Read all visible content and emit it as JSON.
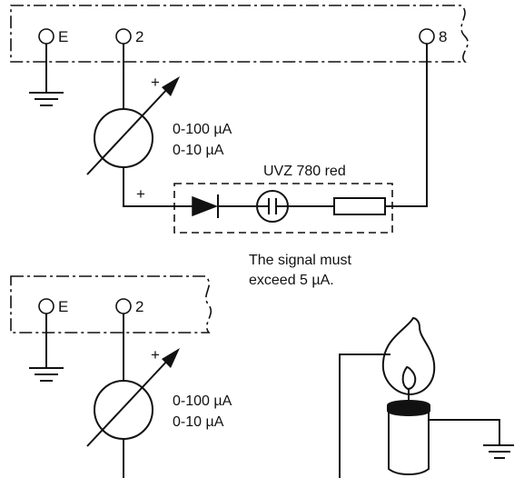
{
  "colors": {
    "line": "#111111",
    "background": "#ffffff"
  },
  "top_circuit": {
    "terminal_e": "E",
    "terminal_2": "2",
    "terminal_8": "8",
    "meter_polarity": "+",
    "meter_range_1": "0-100 µA",
    "meter_range_2": "0-10 µA",
    "branch_polarity": "+",
    "uv_cell_label": "UVZ 780 red",
    "note_line_1": "The signal must",
    "note_line_2": "exceed  5 µA."
  },
  "bottom_circuit": {
    "terminal_e": "E",
    "terminal_2": "2",
    "meter_polarity": "+",
    "meter_range_1": "0-100 µA",
    "meter_range_2": "0-10 µA"
  },
  "icons": [
    "ground-icon",
    "ammeter-icon",
    "diode-icon",
    "uv-cell-icon",
    "resistor-icon",
    "flame-icon"
  ]
}
